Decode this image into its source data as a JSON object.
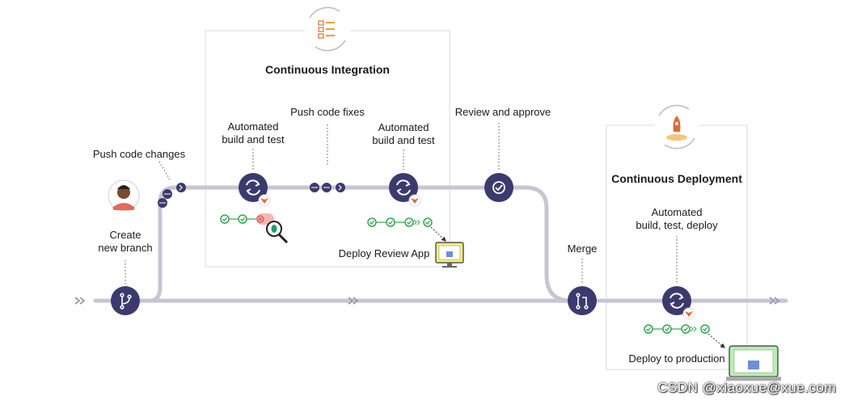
{
  "sections": {
    "ci_title": "Continuous Integration",
    "cd_title": "Continuous Deployment"
  },
  "steps": {
    "push_code_changes": "Push code changes",
    "create_branch_line1": "Create",
    "create_branch_line2": "new branch",
    "ci_build1_line1": "Automated",
    "ci_build1_line2": "build and test",
    "push_code_fixes": "Push code fixes",
    "ci_build2_line1": "Automated",
    "ci_build2_line2": "build and test",
    "review_approve": "Review and approve",
    "deploy_review_app": "Deploy Review App",
    "merge": "Merge",
    "cd_build_line1": "Automated",
    "cd_build_line2": "build, test, deploy",
    "deploy_production": "Deploy to production"
  },
  "watermark": "CSDN @xiaoxue@xue.com",
  "colors": {
    "node": "#3b3a6e",
    "track": "#c7c5d3",
    "pass": "#2fa84f",
    "fail": "#e0565b",
    "box_border": "#d8d8d8",
    "screen": "#f3f07a",
    "screen_prod": "#b6f0b0"
  },
  "icons": {
    "sync": "sync-icon",
    "branch": "branch-icon",
    "merge": "merge-icon",
    "approve": "check-circle-icon",
    "commit": "commit-icon",
    "bug": "bug-icon",
    "rocket": "rocket-icon",
    "checklist": "checklist-icon",
    "fox": "fox-icon"
  }
}
